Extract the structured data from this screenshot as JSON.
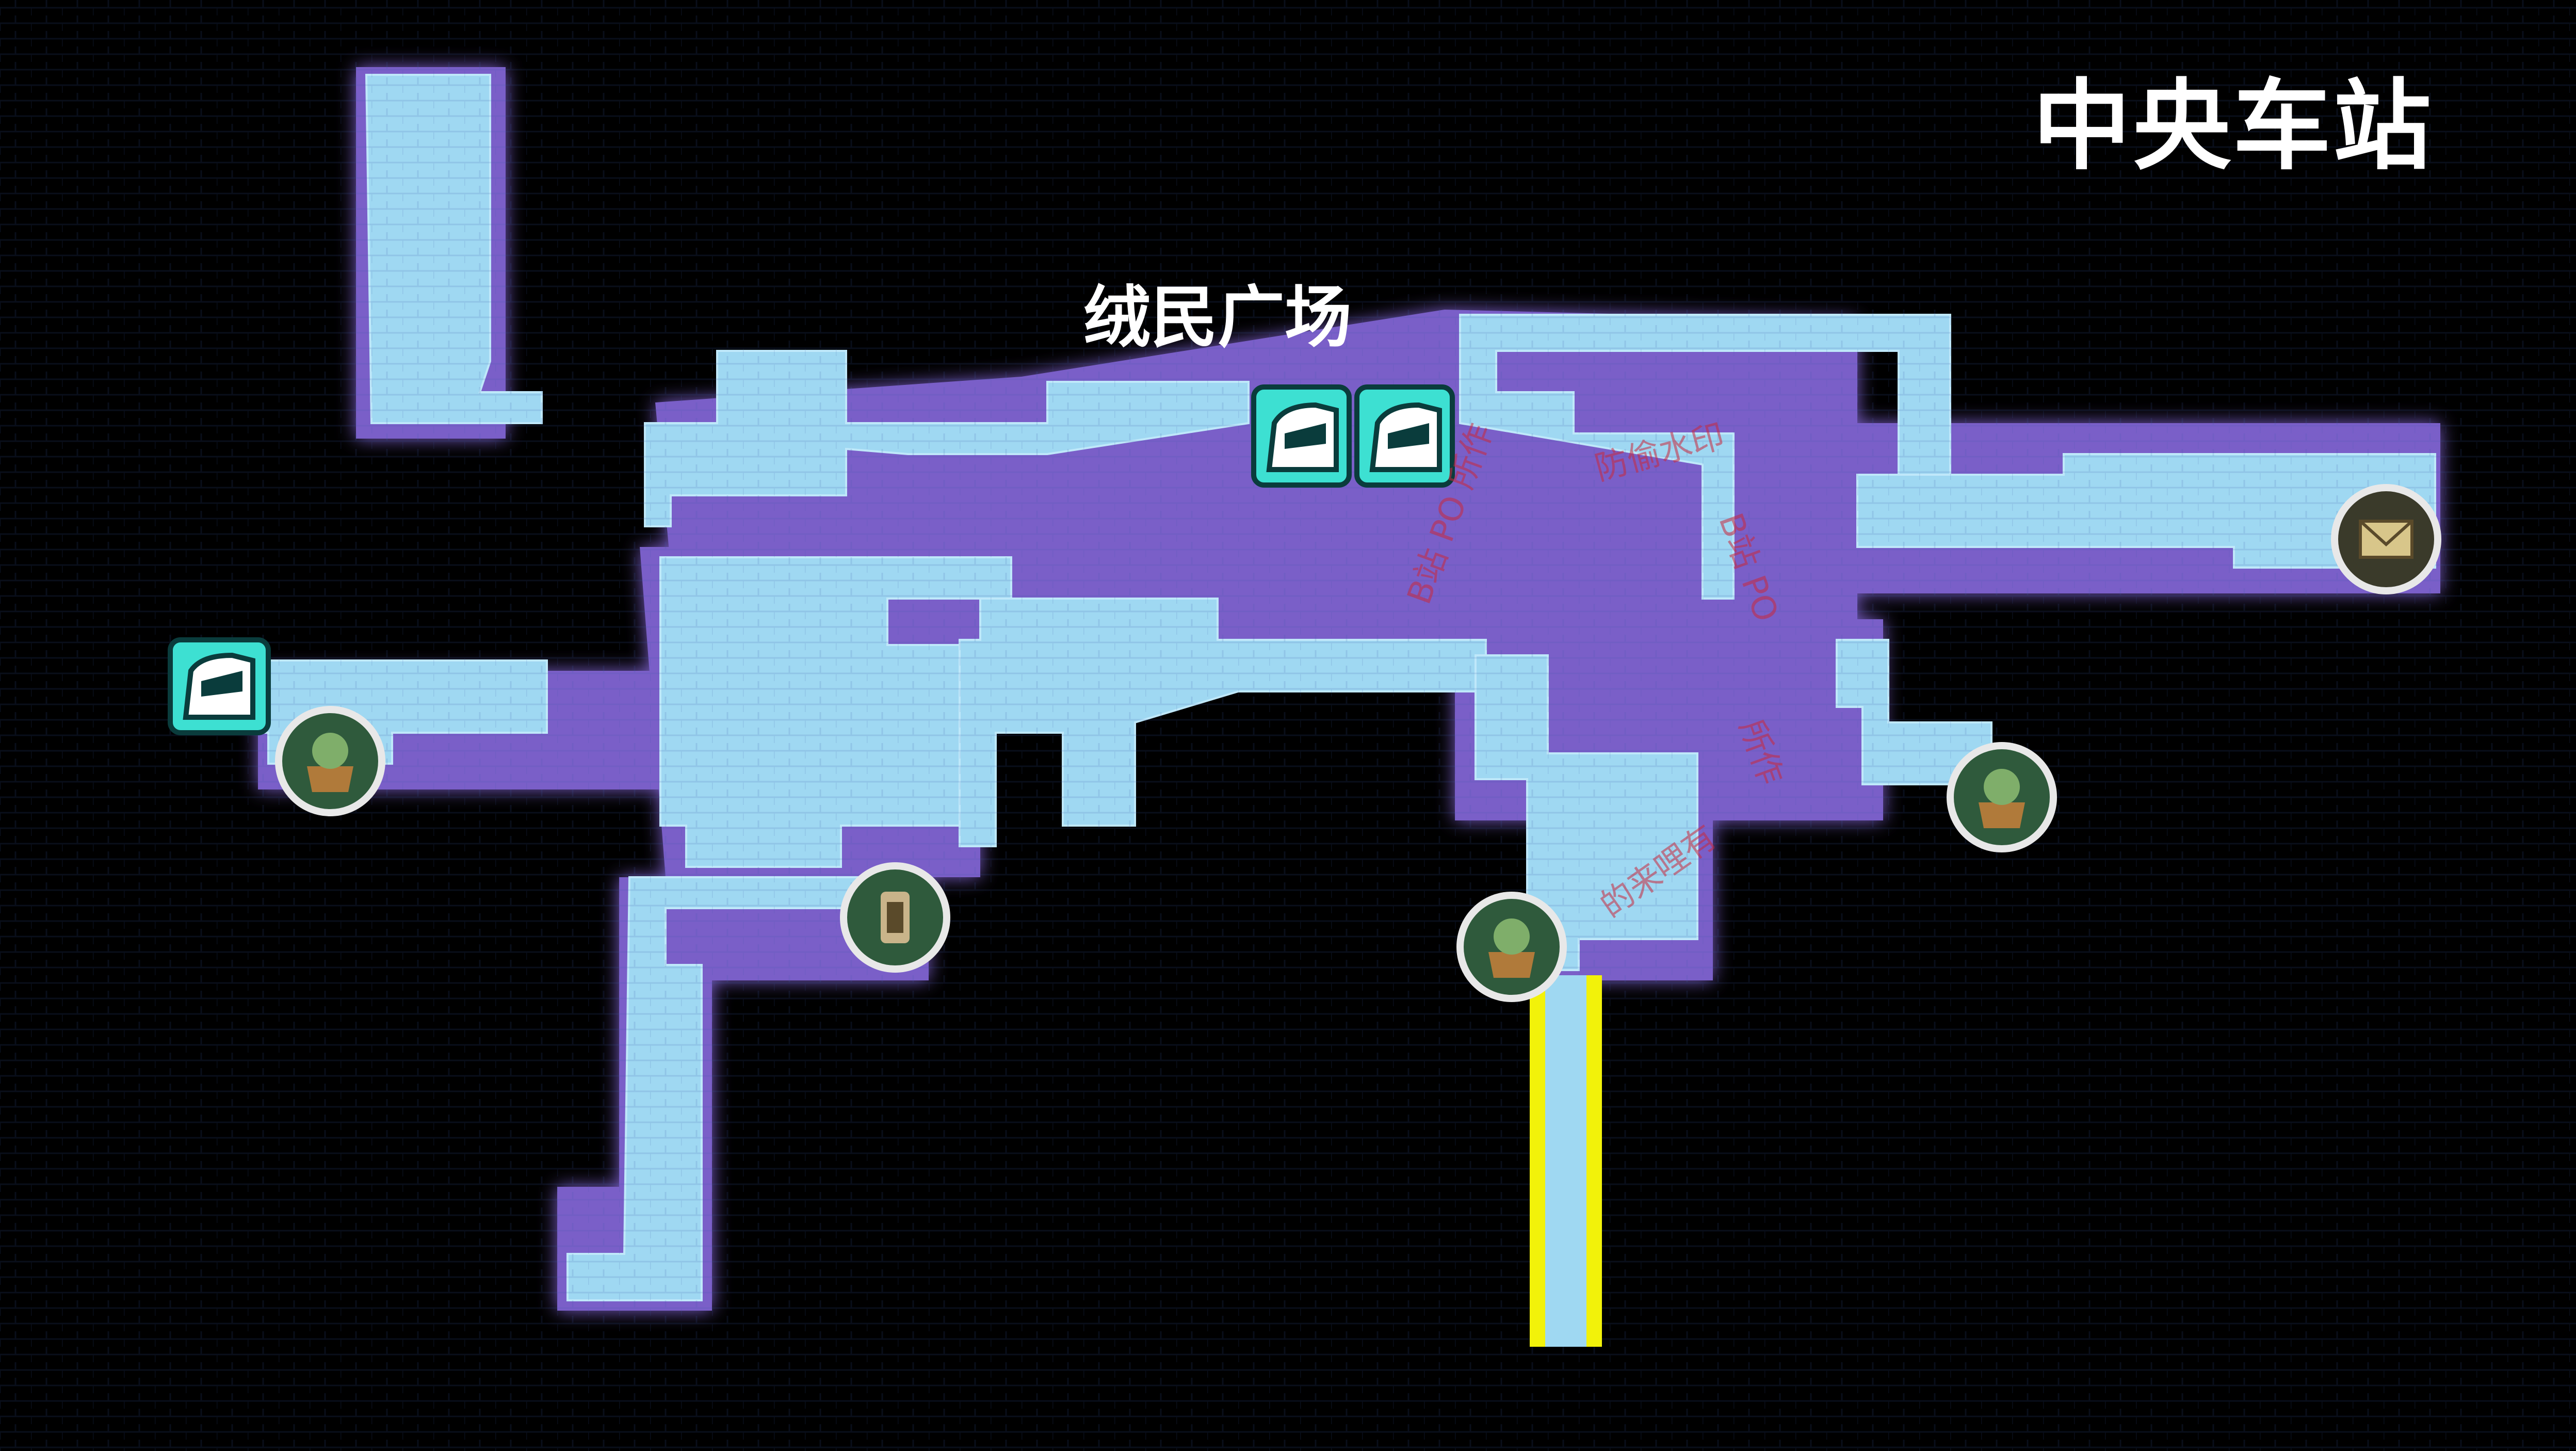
{
  "map": {
    "title": "中央车站",
    "area_label": "绒民广场",
    "colors": {
      "background": "#000000",
      "room_fill": "#7a5fc8",
      "room_glow": "#8c73d8",
      "corridor": "#9fd8f2",
      "corridor_dark": "#6ea8d6",
      "exit_path": "#f2f20a",
      "station_icon": "#3de0d2",
      "marker_ring": "#e8e8e8",
      "marker_bg": "#2f5a3c"
    },
    "icons": {
      "train_station": "train-icon",
      "bonsai": "bonsai-pot-icon",
      "lantern": "lantern-icon",
      "mail": "envelope-icon"
    },
    "watermark": {
      "lines": [
        "B站 PO 所作",
        "防偷水印",
        "B站 PO",
        "所作",
        "的来哩有"
      ]
    }
  }
}
